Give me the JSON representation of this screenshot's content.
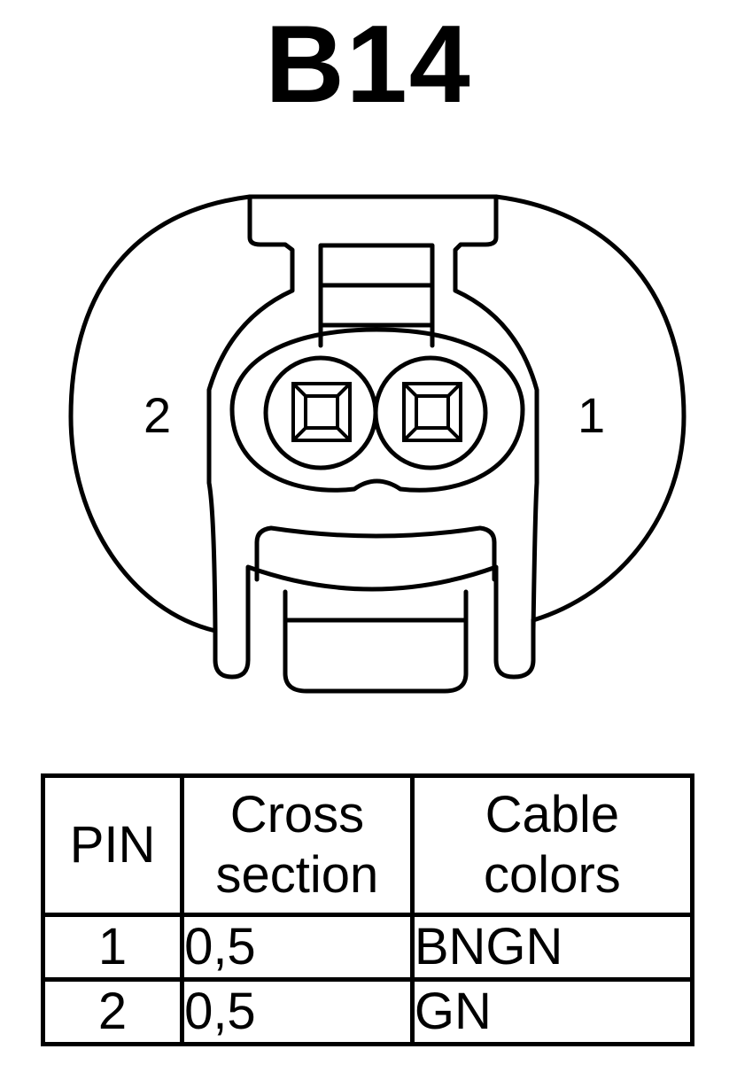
{
  "title": "B14",
  "connector": {
    "pin_labels": {
      "left": "2",
      "right": "1"
    }
  },
  "table": {
    "headers": {
      "pin": "PIN",
      "cross_line1": "Cross",
      "cross_line2": "section",
      "color_line1": "Cable",
      "color_line2": "colors"
    },
    "rows": [
      {
        "pin": "1",
        "cross_section": "0,5",
        "cable_colors": "BNGN"
      },
      {
        "pin": "2",
        "cross_section": "0,5",
        "cable_colors": "GN"
      }
    ]
  }
}
